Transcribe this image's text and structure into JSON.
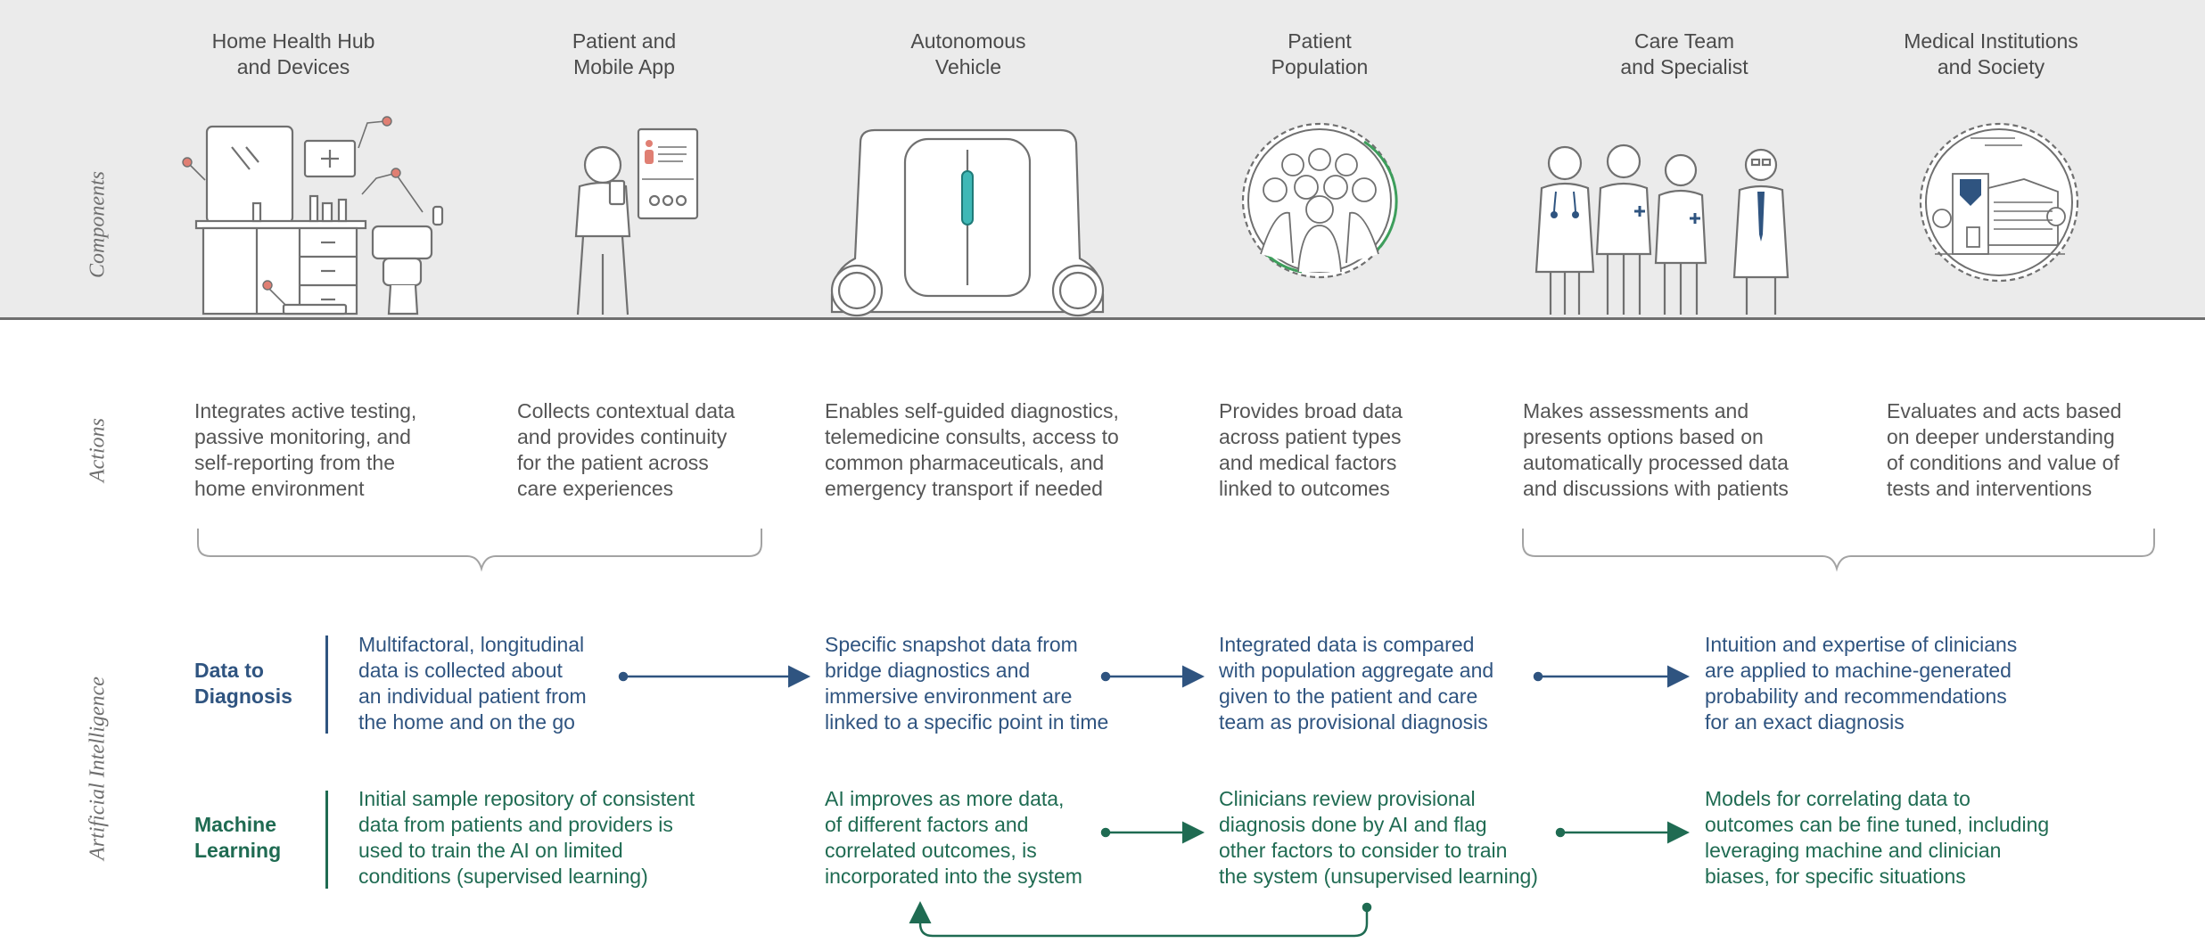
{
  "side_labels": {
    "components": "Components",
    "actions": "Actions",
    "ai": "Artificial Intelligence"
  },
  "components": [
    {
      "title": "Home Health Hub\nand Devices"
    },
    {
      "title": "Patient and\nMobile App"
    },
    {
      "title": "Autonomous\nVehicle"
    },
    {
      "title": "Patient\nPopulation"
    },
    {
      "title": "Care Team\nand Specialist"
    },
    {
      "title": "Medical Institutions\nand Society"
    }
  ],
  "actions": [
    "Integrates active testing,\npassive monitoring, and\nself-reporting from the\nhome environment",
    "Collects contextual data\nand provides continuity\nfor the patient across\ncare experiences",
    "Enables self-guided diagnostics,\ntelemedicine consults, access to\ncommon pharmaceuticals, and\nemergency transport if needed",
    "Provides broad data\nacross patient types\nand medical factors\nlinked to outcomes",
    "Makes assessments and\npresents options based on\nautomatically processed data\nand discussions with patients",
    "Evaluates and acts based\non deeper understanding\nof conditions and value of\ntests and interventions"
  ],
  "ai": {
    "data_to_diagnosis": {
      "label": "Data to\nDiagnosis",
      "steps": [
        "Multifactoral, longitudinal\ndata is collected about\nan individual patient from\nthe home and on the go",
        "Specific snapshot data from\nbridge diagnostics and\nimmersive environment are\nlinked to a specific point in time",
        "Integrated data is compared\nwith population aggregate and\ngiven to the patient and care\nteam as provisional diagnosis",
        "Intuition and expertise of clinicians\nare applied to machine-generated\nprobability and recommendations\nfor an exact diagnosis"
      ]
    },
    "machine_learning": {
      "label": "Machine\nLearning",
      "steps": [
        "Initial sample repository of consistent\ndata from patients and providers is\nused to train the AI on limited\nconditions (supervised learning)",
        "AI improves as more data,\nof different factors and\ncorrelated outcomes, is\nincorporated into the system",
        "Clinicians review provisional\ndiagnosis done by AI and flag\nother factors to consider to train\nthe system (unsupervised learning)",
        "Models for correlating data to\noutcomes can be fine tuned, including\nleveraging machine and clinician\nbiases, for specific situations"
      ]
    }
  },
  "icons": {
    "home_hub": "home-health-hub-illustration",
    "patient_app": "patient-with-phone-illustration",
    "vehicle": "autonomous-vehicle-illustration",
    "population": "patient-population-illustration",
    "care_team": "care-team-illustration",
    "institutions": "hospital-building-illustration"
  },
  "colors": {
    "background_band": "#ebebeb",
    "diagnosis_blue": "#2f5480",
    "learning_green": "#1f6b52",
    "accent_red": "#e07f73",
    "accent_teal": "#3fb8b6"
  }
}
